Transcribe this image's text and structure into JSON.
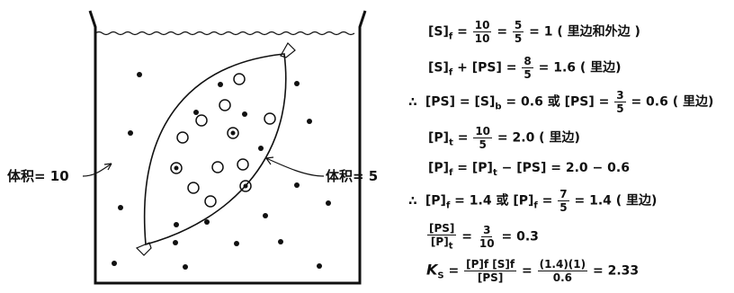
{
  "labels": {
    "volume_outside": "体积= 10",
    "volume_inside": "体积= 5"
  },
  "equations": {
    "e1": {
      "lhs": "[S]",
      "lhs_sub": "f",
      "eq": "=",
      "f1n": "10",
      "f1d": "10",
      "eq2": "=",
      "f2n": "5",
      "f2d": "5",
      "rhs": "= 1 ( 里边和外边 )"
    },
    "e2": {
      "lhs": "[S]",
      "lhs_sub": "f",
      "mid": "+ [PS] =",
      "fn": "8",
      "fd": "5",
      "rhs": "= 1.6 ( 里边)"
    },
    "e3": {
      "sym": "∴",
      "lhs": "[PS] = [S]",
      "lhs_sub": "b",
      "mid": "= 0.6 或 [PS] =",
      "fn": "3",
      "fd": "5",
      "rhs": "= 0.6 ( 里边)"
    },
    "e4": {
      "lhs": "[P]",
      "lhs_sub": "t",
      "eq": "=",
      "fn": "10",
      "fd": "5",
      "rhs": "= 2.0 ( 里边)"
    },
    "e5": {
      "lhs": "[P]",
      "lhs_sub": "f",
      "mid": "= [P]",
      "mid_sub": "t",
      "rhs": "− [PS] = 2.0 − 0.6"
    },
    "e6": {
      "sym": "∴",
      "lhs": "[P]",
      "lhs_sub": "f",
      "mid": "= 1.4 或 [P]",
      "mid_sub": "f",
      "eq": "=",
      "fn": "7",
      "fd": "5",
      "rhs": "= 1.4 ( 里边)"
    },
    "e7": {
      "fn": "[PS]",
      "fd": "[P]",
      "fd_sub": "t",
      "eq": "=",
      "f2n": "3",
      "f2d": "10",
      "rhs": "= 0.3"
    },
    "e8": {
      "lhs": "K",
      "lhs_sub": "S",
      "eq": "=",
      "fn": "[P]f [S]f",
      "fd": "[PS]",
      "eq2": "=",
      "f2n": "(1.4)(1)",
      "f2d": "0.6",
      "rhs": "= 2.33"
    }
  }
}
